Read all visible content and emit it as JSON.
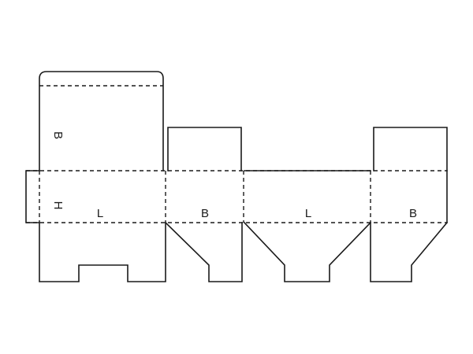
{
  "diagram": {
    "labels": {
      "top_flap_b": "B",
      "glue_flap_h": "H",
      "panel_1_l": "L",
      "panel_2_b": "B",
      "panel_3_l": "L",
      "panel_4_b": "B"
    },
    "colors": {
      "line": "#1a1a1a",
      "background": "#ffffff"
    }
  }
}
